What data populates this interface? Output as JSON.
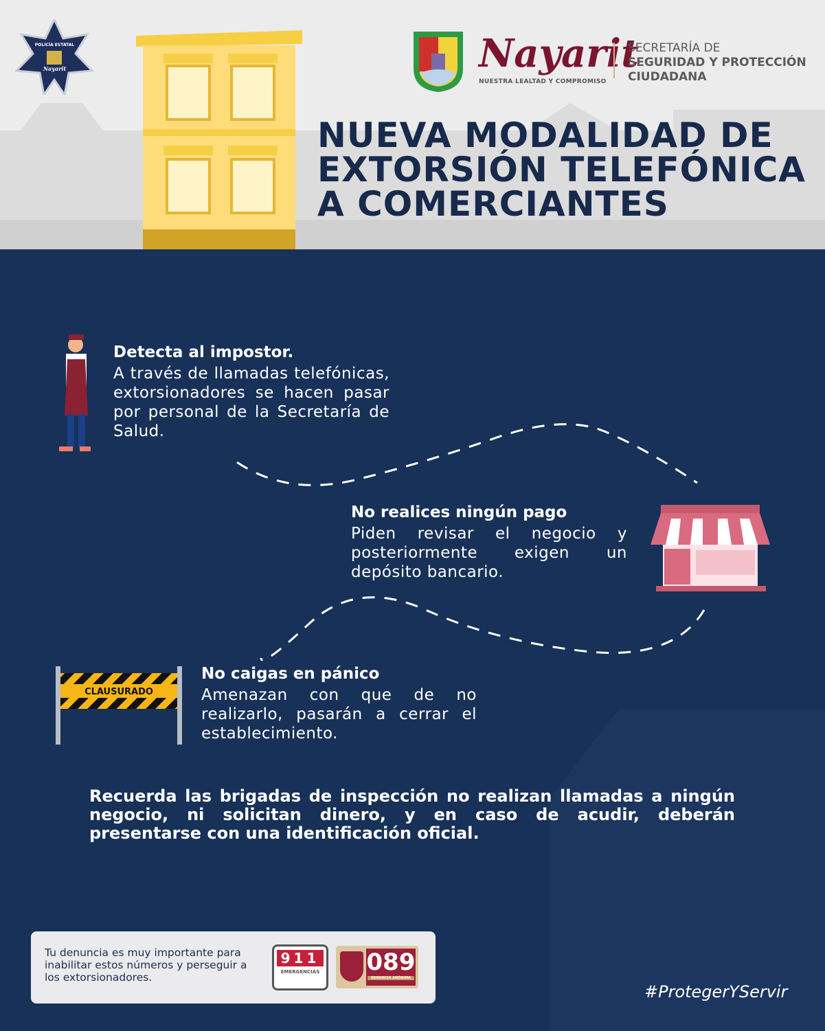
{
  "header": {
    "badge_text": "POLICÍA ESTATAL",
    "badge_sub": "Nayarit",
    "brand": "Nayarit",
    "motto": "NUESTRA LEALTAD Y COMPROMISO",
    "secretariat": [
      "SECRETARÍA DE",
      "SEGURIDAD Y PROTECCIÓN",
      "CIUDADANA"
    ],
    "title_lines": [
      "NUEVA MODALIDAD DE",
      "EXTORSIÓN TELEFÓNICA",
      "A COMERCIANTES"
    ]
  },
  "steps": [
    {
      "title": "Detecta al impostor.",
      "text": "A través de llamadas telefónicas, extorsionadores se hacen pasar por personal de la Secretaría de Salud."
    },
    {
      "title": "No realices ningún pago",
      "text": "Piden revisar el negocio y posteriormente exigen un depósito bancario."
    },
    {
      "title": "No caigas en pánico",
      "text": "Amenazan con que de no realizarlo, pasarán a cerrar el establecimiento.",
      "sign": "CLAUSURADO"
    }
  ],
  "note": "Recuerda las brigadas de inspección no realizan llamadas a ningún negocio, ni solicitan dinero, y en caso de acudir, deberán presentarse con una identificación oficial.",
  "footer": {
    "text": "Tu denuncia es muy importante para inabilitar estos números y perseguir a los extorsionadores.",
    "emergency_number": "911",
    "emergency_label": "EMERGENCIAS",
    "anon_number": "089",
    "anon_label": "DENUNCIA ANÓNIMA",
    "hashtag": "#ProtegerYServir"
  },
  "colors": {
    "navy": "#173158",
    "title": "#172a4c",
    "maroon": "#7a1530",
    "yellow": "#fedc7a"
  }
}
